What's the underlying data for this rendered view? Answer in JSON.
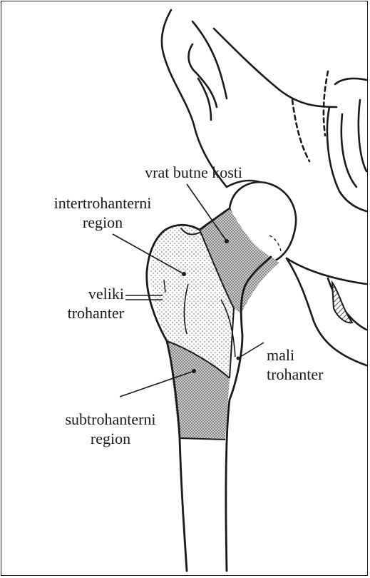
{
  "labels": {
    "neck_of_femur": "vrat butne kosti",
    "intertrochanteric_line1": "intertrohanterni",
    "intertrochanteric_line2": "region",
    "greater_trochanter_line1": "veliki",
    "greater_trochanter_line2": "trohanter",
    "lesser_trochanter_line1": "mali",
    "lesser_trochanter_line2": "trohanter",
    "subtrochanteric_line1": "subtrohanterni",
    "subtrochanteric_line2": "region"
  },
  "colors": {
    "ink": "#1a1a1a",
    "border": "#222222",
    "background": "#ffffff",
    "stipple_dark": "#8a8a8a",
    "stipple_light": "#bdbdbd"
  }
}
